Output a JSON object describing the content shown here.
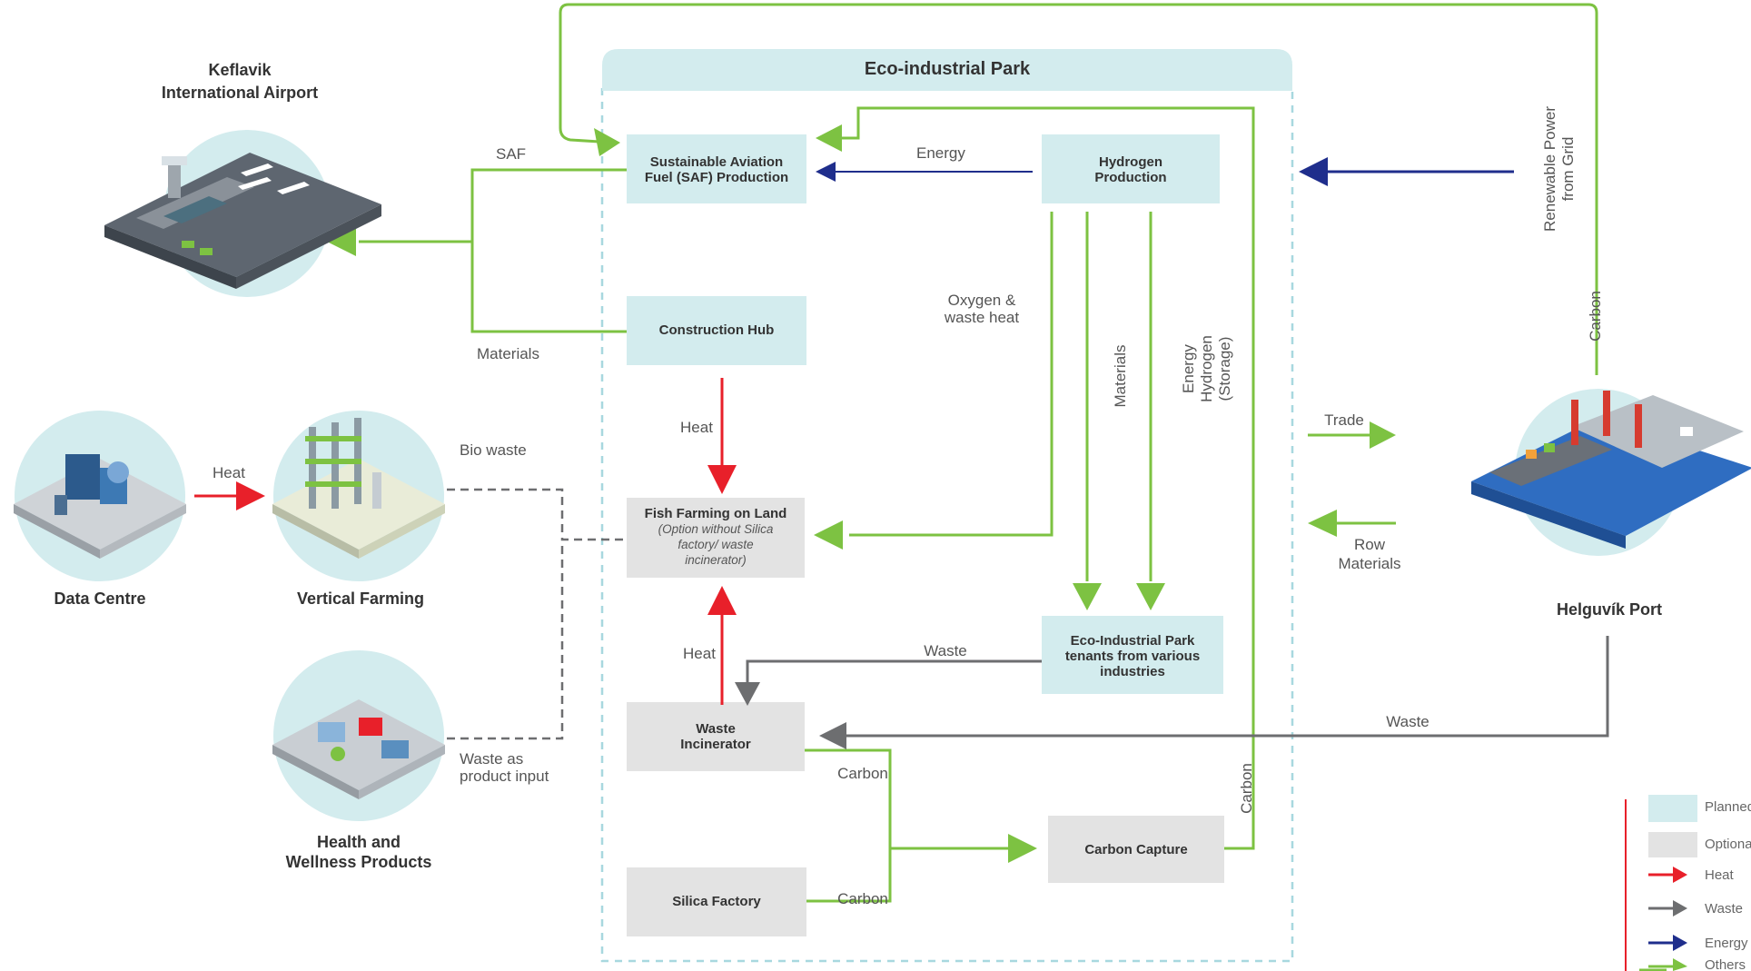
{
  "park": {
    "title": "Eco-industrial Park"
  },
  "places": {
    "airport": [
      "Keflavik",
      "International Airport"
    ],
    "data_centre": "Data Centre",
    "vertical_farming": "Vertical Farming",
    "health": [
      "Health and",
      "Wellness Products"
    ],
    "port": "Helguvík Port"
  },
  "boxes": {
    "saf": [
      "Sustainable Aviation",
      "Fuel (SAF) Production"
    ],
    "hydrogen": [
      "Hydrogen",
      "Production"
    ],
    "construction": [
      "Construction Hub"
    ],
    "fish": [
      "Fish Farming on Land"
    ],
    "fish_note": [
      "(Option without Silica",
      "factory/ waste",
      "incinerator)"
    ],
    "tenants": [
      "Eco-Industrial Park",
      "tenants from various",
      "industries"
    ],
    "incinerator": [
      "Waste",
      "Incinerator"
    ],
    "carbon_capture": [
      "Carbon Capture"
    ],
    "silica": [
      "Silica Factory"
    ]
  },
  "flow_labels": {
    "saf": "SAF",
    "materials_construction": "Materials",
    "energy": "Energy",
    "oxygen": [
      "Oxygen &",
      "waste heat"
    ],
    "materials_vertical": "Materials",
    "energy_hydrogen": [
      "Energy",
      "Hydrogen",
      "(Storage)"
    ],
    "heat_construction": "Heat",
    "heat_incinerator": "Heat",
    "heat_datacentre": "Heat",
    "bio_waste": "Bio waste",
    "waste_as_input": [
      "Waste as",
      "product input"
    ],
    "waste_tenants": "Waste",
    "waste_port": "Waste",
    "carbon_incinerator": "Carbon",
    "carbon_silica": "Carbon",
    "carbon_capture_up": "Carbon",
    "carbon_port": "Carbon",
    "renewable": [
      "Renewable Power",
      "from Grid"
    ],
    "trade": "Trade",
    "row_materials": [
      "Row",
      "Materials"
    ]
  },
  "legend": [
    {
      "label": "Planned",
      "kind": "swatch",
      "color": "#d3ecee"
    },
    {
      "label": "Optional",
      "kind": "swatch",
      "color": "#e3e3e3"
    },
    {
      "label": "Heat",
      "kind": "arrow",
      "color": "#e8202a"
    },
    {
      "label": "Waste",
      "kind": "arrow",
      "color": "#6d6e70"
    },
    {
      "label": "Energy",
      "kind": "arrow",
      "color": "#1f2e8c"
    },
    {
      "label": "Others",
      "kind": "arrow",
      "color": "#7dc242"
    }
  ],
  "colors": {
    "planned": "#d3ecee",
    "optional": "#e3e3e3",
    "heat": "#e8202a",
    "waste": "#6d6e70",
    "energy": "#1f2e8c",
    "others": "#7dc242",
    "park_border": "#a8d8df"
  },
  "icons": [
    "airport-illustration",
    "port-illustration",
    "data-centre-illustration",
    "vertical-farming-illustration",
    "health-products-illustration"
  ]
}
